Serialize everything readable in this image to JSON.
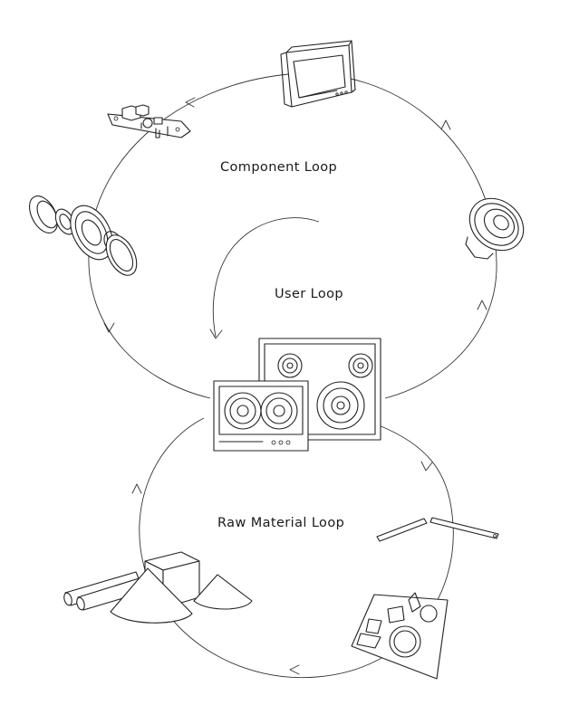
{
  "labels": {
    "component_loop": "Component Loop",
    "user_loop": "User Loop",
    "raw_material_loop": "Raw Material Loop"
  },
  "colors": {
    "stroke": "#222222",
    "background": "#ffffff"
  },
  "icons": [
    "pcb-board-icon",
    "speaker-frame-icon",
    "speaker-driver-exploded-icon",
    "speaker-driver-icon",
    "speakers-product-icon",
    "metal-rods-icon",
    "raw-shapes-icon",
    "cut-sheet-panel-icon"
  ]
}
